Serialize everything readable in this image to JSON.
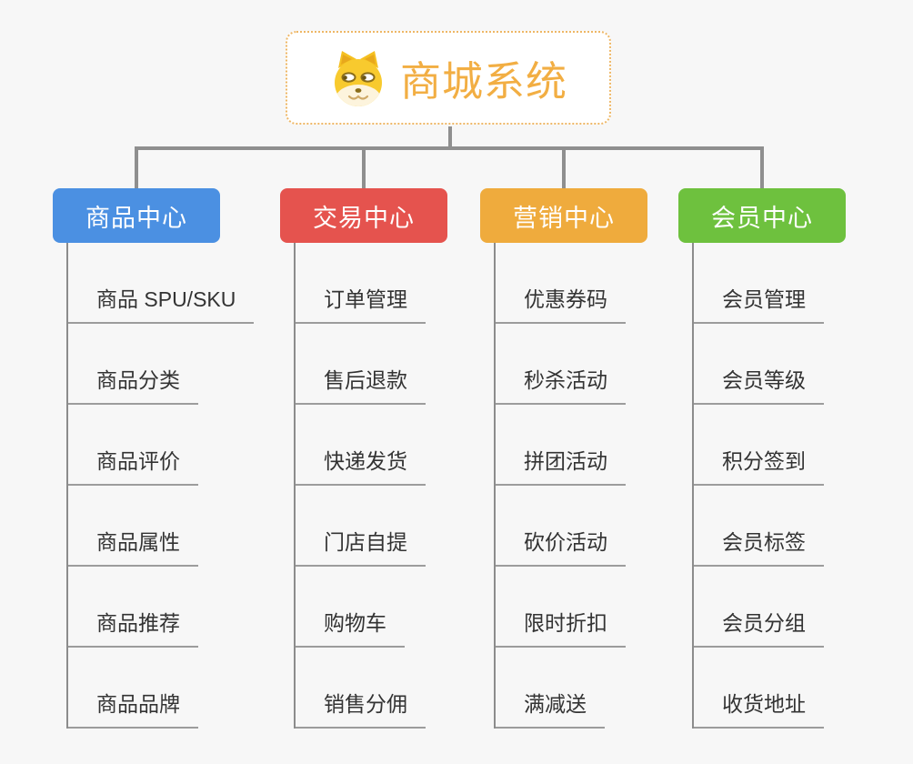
{
  "page": {
    "background": "#f7f7f7",
    "connector_color": "#8f8f8f"
  },
  "root": {
    "title": "商城系统",
    "title_color": "#f2ae43",
    "border_color": "#eeb766",
    "icon": "doge-icon"
  },
  "branches": [
    {
      "label": "商品中心",
      "color": "#4b90e2",
      "items": [
        "商品 SPU/SKU",
        "商品分类",
        "商品评价",
        "商品属性",
        "商品推荐",
        "商品品牌"
      ]
    },
    {
      "label": "交易中心",
      "color": "#e5534e",
      "items": [
        "订单管理",
        "售后退款",
        "快递发货",
        "门店自提",
        "购物车",
        "销售分佣"
      ]
    },
    {
      "label": "营销中心",
      "color": "#efab3d",
      "items": [
        "优惠券码",
        "秒杀活动",
        "拼团活动",
        "砍价活动",
        "限时折扣",
        "满减送"
      ]
    },
    {
      "label": "会员中心",
      "color": "#6ec13e",
      "items": [
        "会员管理",
        "会员等级",
        "积分签到",
        "会员标签",
        "会员分组",
        "收货地址"
      ]
    }
  ]
}
